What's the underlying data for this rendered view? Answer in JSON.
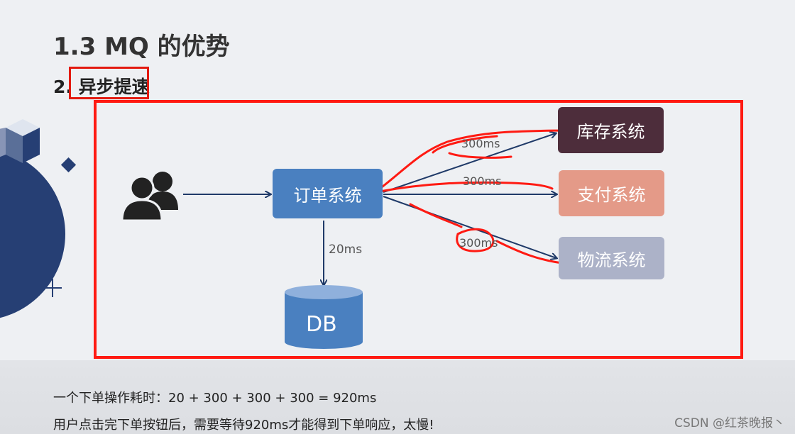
{
  "slide": {
    "title": "1.3 MQ 的优势",
    "subtitle": "2. 异步提速"
  },
  "diagram": {
    "nodes": {
      "order": "订单系统",
      "stock": "库存系统",
      "pay": "支付系统",
      "logistics": "物流系统",
      "db": "DB"
    },
    "edge_labels": {
      "to_stock": "300ms",
      "to_pay": "300ms",
      "to_logistics": "300ms",
      "to_db": "20ms"
    },
    "icons": {
      "users": "users-icon"
    }
  },
  "notes": {
    "line1": "一个下单操作耗时：20 + 300 + 300 + 300 = 920ms",
    "line2": "用户点击完下单按钮后，需要等待920ms才能得到下单响应，太慢!"
  },
  "watermark": "CSDN @红茶晚报丶",
  "colors": {
    "annotation_red": "#ff1a12",
    "order_box": "#4a80c0",
    "stock_box": "#4d2d3b",
    "pay_box": "#e49a88",
    "logistics_box": "#acb2c8",
    "db": "#4a80c0",
    "arrow": "#1f3a68",
    "decor_navy": "#263f74"
  }
}
